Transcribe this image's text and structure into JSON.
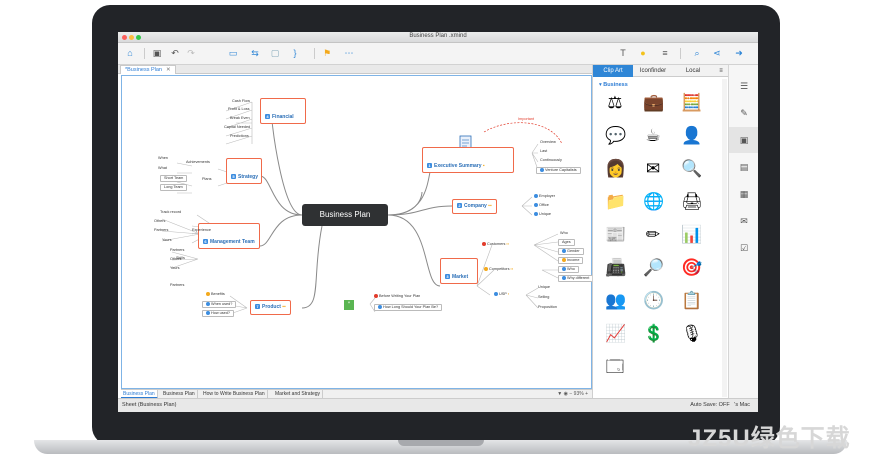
{
  "window": {
    "title": "Business Plan .xmind"
  },
  "toolbar": {
    "icons": [
      "home-icon",
      "save-icon",
      "undo-icon",
      "redo-icon",
      "topic-icon",
      "relationship-icon",
      "boundary-icon",
      "summary-icon",
      "marker-icon",
      "more-icon",
      "format-icon",
      "idea-icon",
      "outline-icon",
      "search-icon",
      "share-icon",
      "export-icon"
    ]
  },
  "tab": {
    "label": "*Business Plan",
    "close": "✕"
  },
  "map": {
    "central": "Business Plan",
    "executive_summary": {
      "label": "Executive Summary",
      "num": "1",
      "subs": [
        "Overview",
        "Last",
        "Continuously",
        "Venture Capitalists"
      ],
      "relationship": "Important"
    },
    "company": {
      "label": "Company",
      "num": "2",
      "subs": [
        "Employer",
        "Office",
        "Unique"
      ]
    },
    "market": {
      "label": "Market",
      "num": "3",
      "customers": {
        "label": "Customers",
        "subs": [
          "Who",
          "Ages",
          "Gender",
          "Income"
        ]
      },
      "competitors": {
        "label": "Competitors",
        "subs": [
          "Who",
          "Why different"
        ]
      },
      "usp": {
        "label": "USP",
        "subs": [
          "Unique",
          "Selling",
          "Proposition"
        ]
      }
    },
    "financial": {
      "label": "Financial",
      "num": "4",
      "subs": [
        "Cash Flow",
        "Profit & Loss",
        "Break Even",
        "Capital Needed",
        "Predictions"
      ]
    },
    "strategy": {
      "label": "Strategy",
      "num": "5",
      "achievements": "Achievements",
      "plans": "Plans",
      "subs": [
        "When",
        "What",
        "Short Team",
        "Long Team"
      ]
    },
    "management": {
      "label": "Management Team",
      "num": "6",
      "experience": "Experience",
      "skills": "Skills",
      "subs": [
        "Track record",
        "Others",
        "Partners",
        "Yours",
        "Partners",
        "Others",
        "Yours",
        "Partners"
      ]
    },
    "product": {
      "label": "Product",
      "num": "7",
      "subs": [
        "Benefits",
        "When used?",
        "How used?"
      ]
    },
    "floating": [
      "Before Writing Your Plan",
      "How Long Should Your Plan Be?"
    ]
  },
  "sheets": [
    "Business Plan",
    "Business Plan",
    "How to Write Business Plan",
    "Market and Strategy"
  ],
  "zoom": "93%",
  "status": {
    "left": "Sheet (Business Plan)",
    "autosave": "Auto Save: OFF",
    "user": "'s Mac"
  },
  "panel": {
    "tabs": [
      "Clip Art",
      "Iconfinder",
      "Local"
    ],
    "category": "Business",
    "clips": [
      {
        "name": "scales-icon",
        "glyph": "⚖"
      },
      {
        "name": "briefcase-icon",
        "glyph": "💼"
      },
      {
        "name": "calculator-icon",
        "glyph": "🧮"
      },
      {
        "name": "chat-icon",
        "glyph": "💬"
      },
      {
        "name": "coffee-icon",
        "glyph": "☕"
      },
      {
        "name": "contact-card-icon",
        "glyph": "👤"
      },
      {
        "name": "support-agent-icon",
        "glyph": "👩"
      },
      {
        "name": "envelope-icon",
        "glyph": "✉"
      },
      {
        "name": "document-search-icon",
        "glyph": "🔍"
      },
      {
        "name": "folder-icon",
        "glyph": "📁"
      },
      {
        "name": "globe-icon",
        "glyph": "🌐"
      },
      {
        "name": "printer-icon",
        "glyph": "🖨"
      },
      {
        "name": "newspaper-icon",
        "glyph": "📰"
      },
      {
        "name": "pencil-icon",
        "glyph": "✏"
      },
      {
        "name": "presentation-icon",
        "glyph": "📊"
      },
      {
        "name": "fax-icon",
        "glyph": "📠"
      },
      {
        "name": "magnifier-icon",
        "glyph": "🔎"
      },
      {
        "name": "target-icon",
        "glyph": "🎯"
      },
      {
        "name": "team-icon",
        "glyph": "👥"
      },
      {
        "name": "clock-icon",
        "glyph": "🕒"
      },
      {
        "name": "checklist-icon",
        "glyph": "📋"
      },
      {
        "name": "growth-chart-icon",
        "glyph": "📈"
      },
      {
        "name": "coin-icon",
        "glyph": "💲"
      },
      {
        "name": "microphone-icon",
        "glyph": "🎙"
      },
      {
        "name": "window-icon",
        "glyph": "🗔"
      }
    ]
  },
  "sidebar_icons": [
    "outline-panel-icon",
    "format-brush-icon",
    "clipart-image-icon",
    "sticker-icon",
    "notes-icon",
    "comment-icon",
    "task-icon"
  ],
  "watermark": "JZ5U绿色下载",
  "colors": {
    "accent": "#2f86d6",
    "central": "#2f3133",
    "topic_border": "#f06a4a",
    "branch": "#7a7a7a"
  }
}
